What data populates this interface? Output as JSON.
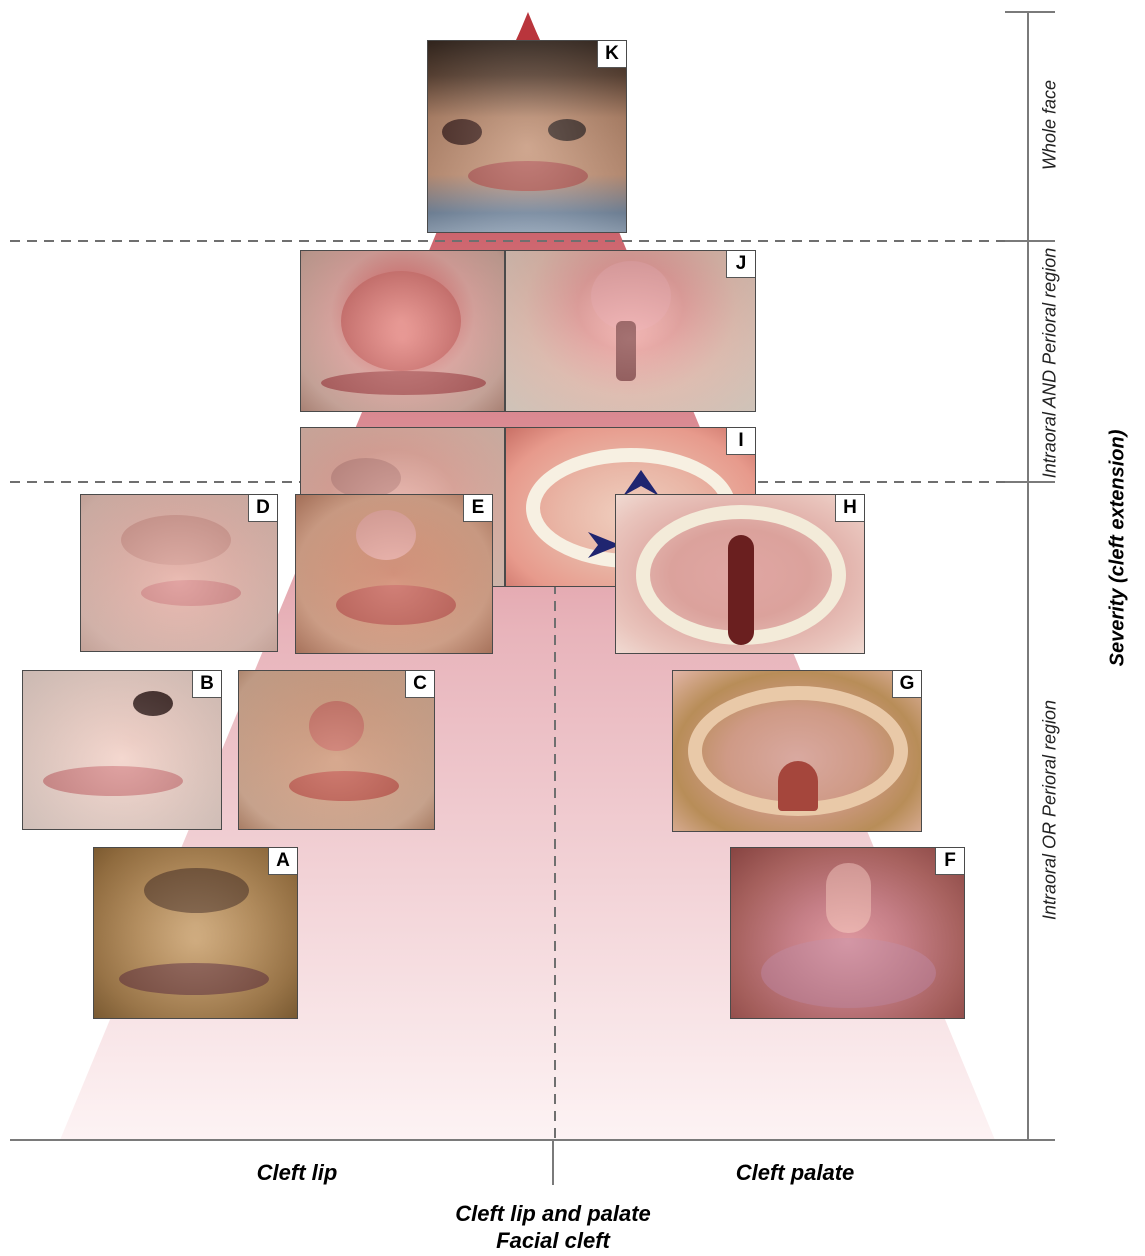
{
  "colors": {
    "pyramid_top": "#b9353c",
    "pyramid_bottom": "#fdf3f4",
    "axis_line": "#7a7a7a",
    "dashed_line": "#6f6f6f",
    "arrowhead": "#1f2570"
  },
  "panels": {
    "K": "K",
    "J": "J",
    "I": "I",
    "H": "H",
    "G": "G",
    "F": "F",
    "E": "E",
    "D": "D",
    "C": "C",
    "B": "B",
    "A": "A"
  },
  "bands": {
    "whole_face": "Whole face",
    "intraoral_and_perioral": "Intraoral  AND  Perioral  region",
    "intraoral_or_perioral": "Intraoral  OR  Perioral  region"
  },
  "axis": {
    "severity": "Severity (cleft extension)"
  },
  "bottom_labels": {
    "cleft_lip": "Cleft lip",
    "cleft_palate": "Cleft palate",
    "cleft_lip_and_palate": "Cleft lip and palate",
    "facial_cleft": "Facial cleft"
  }
}
